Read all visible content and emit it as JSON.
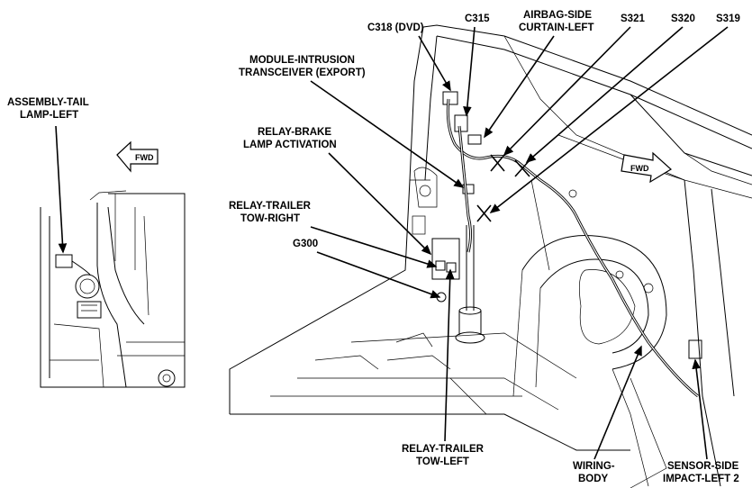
{
  "labels": {
    "assembly_tail_lamp_left": [
      "ASSEMBLY-TAIL",
      "LAMP-LEFT"
    ],
    "c318_dvd": "C318 (DVD)",
    "c315": "C315",
    "airbag_side_curtain_left": [
      "AIRBAG-SIDE",
      "CURTAIN-LEFT"
    ],
    "s321": "S321",
    "s320": "S320",
    "s319": "S319",
    "module_intrusion_transceiver": [
      "MODULE-INTRUSION",
      "TRANSCEIVER (EXPORT)"
    ],
    "relay_brake_lamp_activation": [
      "RELAY-BRAKE",
      "LAMP ACTIVATION"
    ],
    "relay_trailer_tow_right": [
      "RELAY-TRAILER",
      "TOW-RIGHT"
    ],
    "g300": "G300",
    "relay_trailer_tow_left": [
      "RELAY-TRAILER",
      "TOW-LEFT"
    ],
    "wiring_body": [
      "WIRING-",
      "BODY"
    ],
    "sensor_side_impact_left_2": [
      "SENSOR-SIDE",
      "IMPACT-LEFT 2"
    ]
  },
  "direction_arrows": [
    "FWD",
    "FWD"
  ]
}
